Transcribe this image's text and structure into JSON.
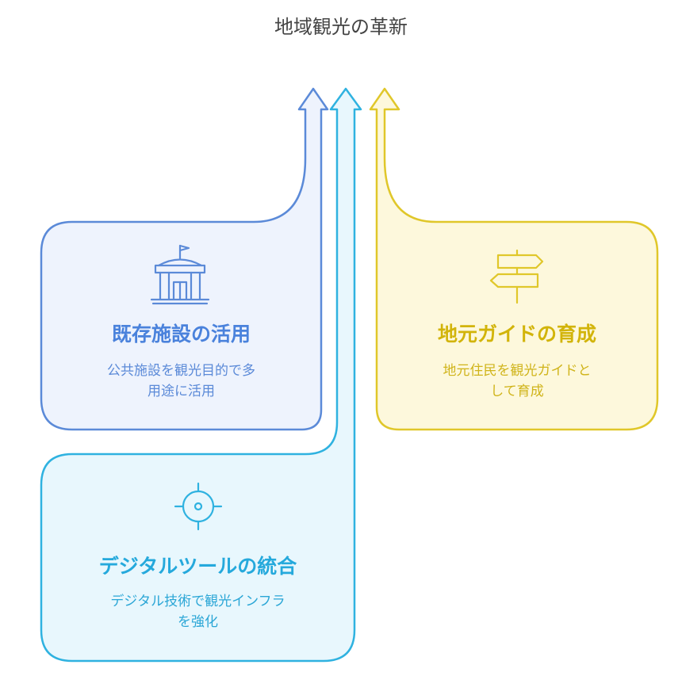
{
  "title": "地域観光の革新",
  "colors": {
    "blue": "#5b8ad8",
    "blue_fill": "#eef3fd",
    "cyan": "#2fb2e0",
    "cyan_fill": "#e8f7fd",
    "yellow": "#e0c72a",
    "yellow_fill": "#fdf8dc"
  },
  "cards": [
    {
      "id": "existing-facilities",
      "icon": "government-building-icon",
      "title": "既存施設の活用",
      "description_lines": [
        "公共施設を観光目的で多",
        "用途に活用"
      ]
    },
    {
      "id": "digital-tools",
      "icon": "crosshair-target-icon",
      "title": "デジタルツールの統合",
      "description_lines": [
        "デジタル技術で観光インフラ",
        "を強化"
      ]
    },
    {
      "id": "local-guides",
      "icon": "signpost-icon",
      "title": "地元ガイドの育成",
      "description_lines": [
        "地元住民を観光ガイドと",
        "して育成"
      ]
    }
  ]
}
